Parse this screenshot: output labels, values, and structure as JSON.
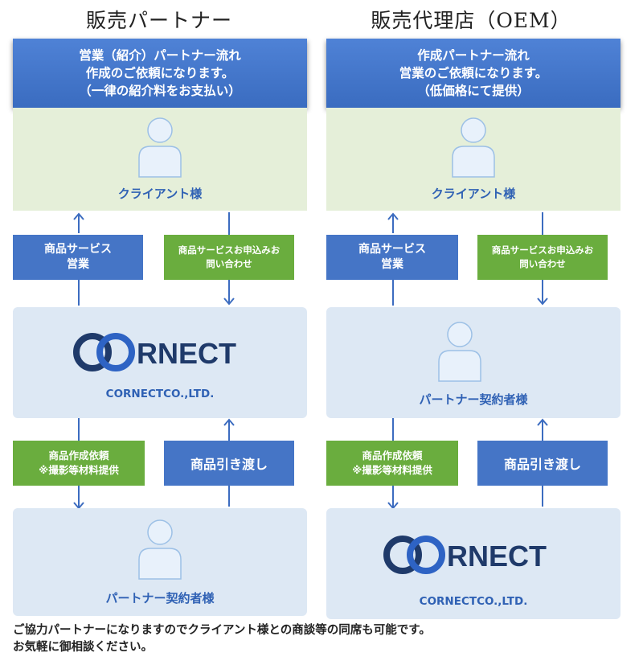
{
  "left": {
    "title": "販売パートナー",
    "header_lines": [
      "営業（紹介）パートナー流れ",
      "作成のご依頼になります。",
      "（一律の紹介料をお支払い）"
    ],
    "client_label": "クライアント様",
    "sales_label_lines": [
      "商品サービス",
      "営業"
    ],
    "inquiry_label_lines": [
      "商品サービスお申込みお",
      "問い合わせ"
    ],
    "company_name": "CORNECTCO.,LTD.",
    "order_label_lines": [
      "商品作成依頼",
      "※撮影等材料提供"
    ],
    "delivery_label": "商品引き渡し",
    "bottom_label": "パートナー契約者様"
  },
  "right": {
    "title": "販売代理店（OEM）",
    "header_lines": [
      "作成パートナー流れ",
      "営業のご依頼になります。",
      "（低価格にて提供）"
    ],
    "client_label": "クライアント様",
    "sales_label_lines": [
      "商品サービス",
      "営業"
    ],
    "inquiry_label_lines": [
      "商品サービスお申込みお",
      "問い合わせ"
    ],
    "middle_label": "パートナー契約者様",
    "order_label_lines": [
      "商品作成依頼",
      "※撮影等材料提供"
    ],
    "delivery_label": "商品引き渡し",
    "company_name": "CORNECTCO.,LTD."
  },
  "logo": {
    "text": "RNECT",
    "color": "#1f3a6a"
  },
  "footer_lines": [
    "ご協力パートナーになりますのでクライアント様との商談等の同席も可能です。",
    "お気軽に御相談ください。"
  ],
  "colors": {
    "header": "#3f72c8",
    "blue_label": "#4575c6",
    "green_label": "#6aad3e",
    "client_bg": "#e5efd9",
    "panel_bg": "#dde8f4",
    "accent_text": "#2f61b4"
  }
}
